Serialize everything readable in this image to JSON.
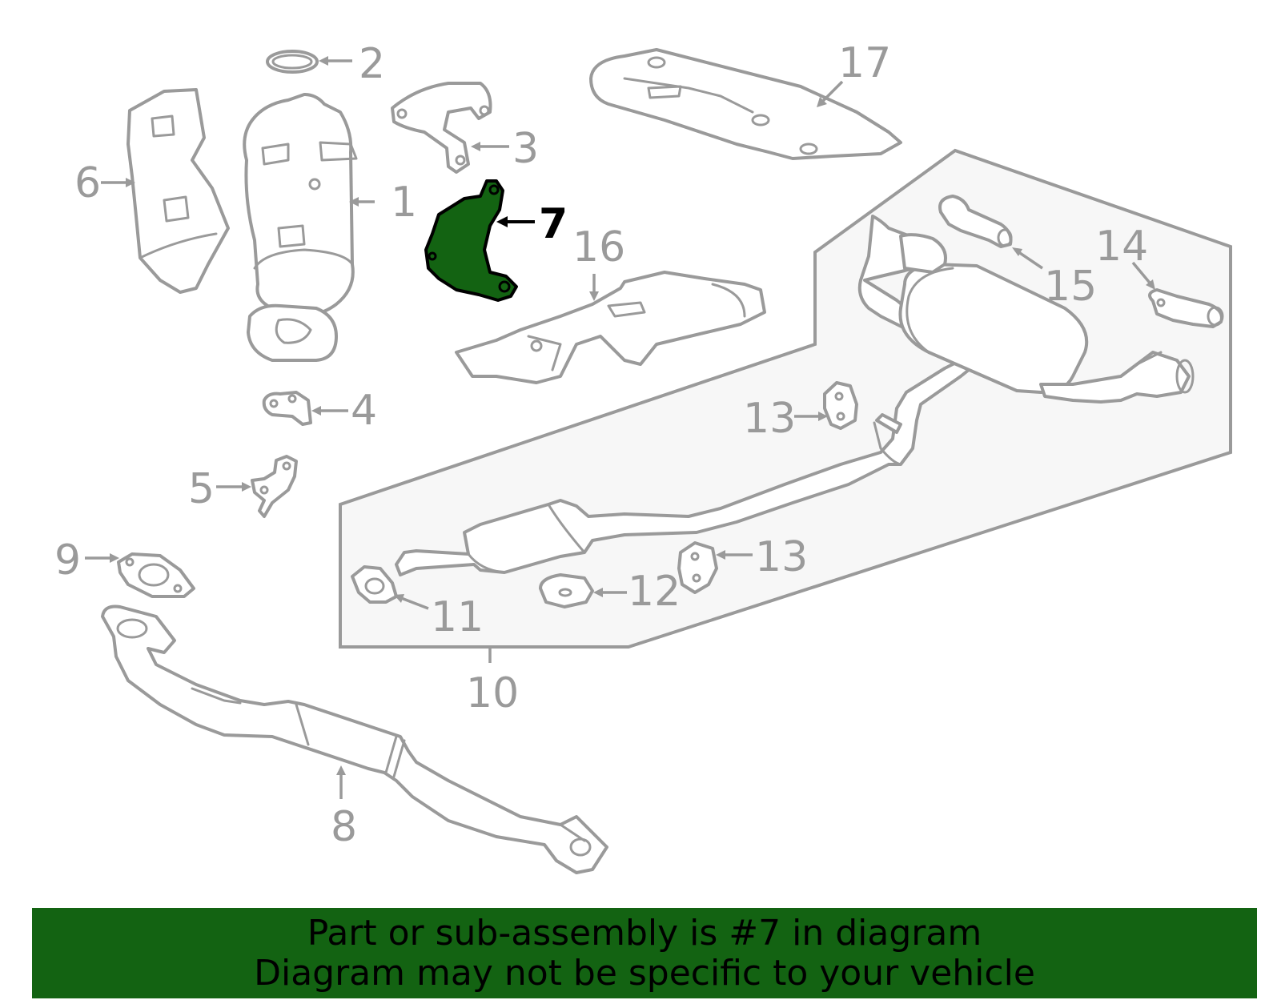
{
  "colors": {
    "highlight": "#136312",
    "line": "#9a9a9a",
    "kit_box_fill": "#f7f7f7",
    "banner_bg": "#136312",
    "banner_text": "#000000"
  },
  "callouts": {
    "c1": "1",
    "c2": "2",
    "c3": "3",
    "c4": "4",
    "c5": "5",
    "c6": "6",
    "c7": "7",
    "c8": "8",
    "c9": "9",
    "c10": "10",
    "c11": "11",
    "c12": "12",
    "c13a": "13",
    "c13b": "13",
    "c14": "14",
    "c15": "15",
    "c16": "16",
    "c17": "17"
  },
  "highlighted_part": "7",
  "banner": {
    "line1": "Part or sub-assembly is #7 in diagram",
    "line2": "Diagram may not be specific to your vehicle"
  }
}
